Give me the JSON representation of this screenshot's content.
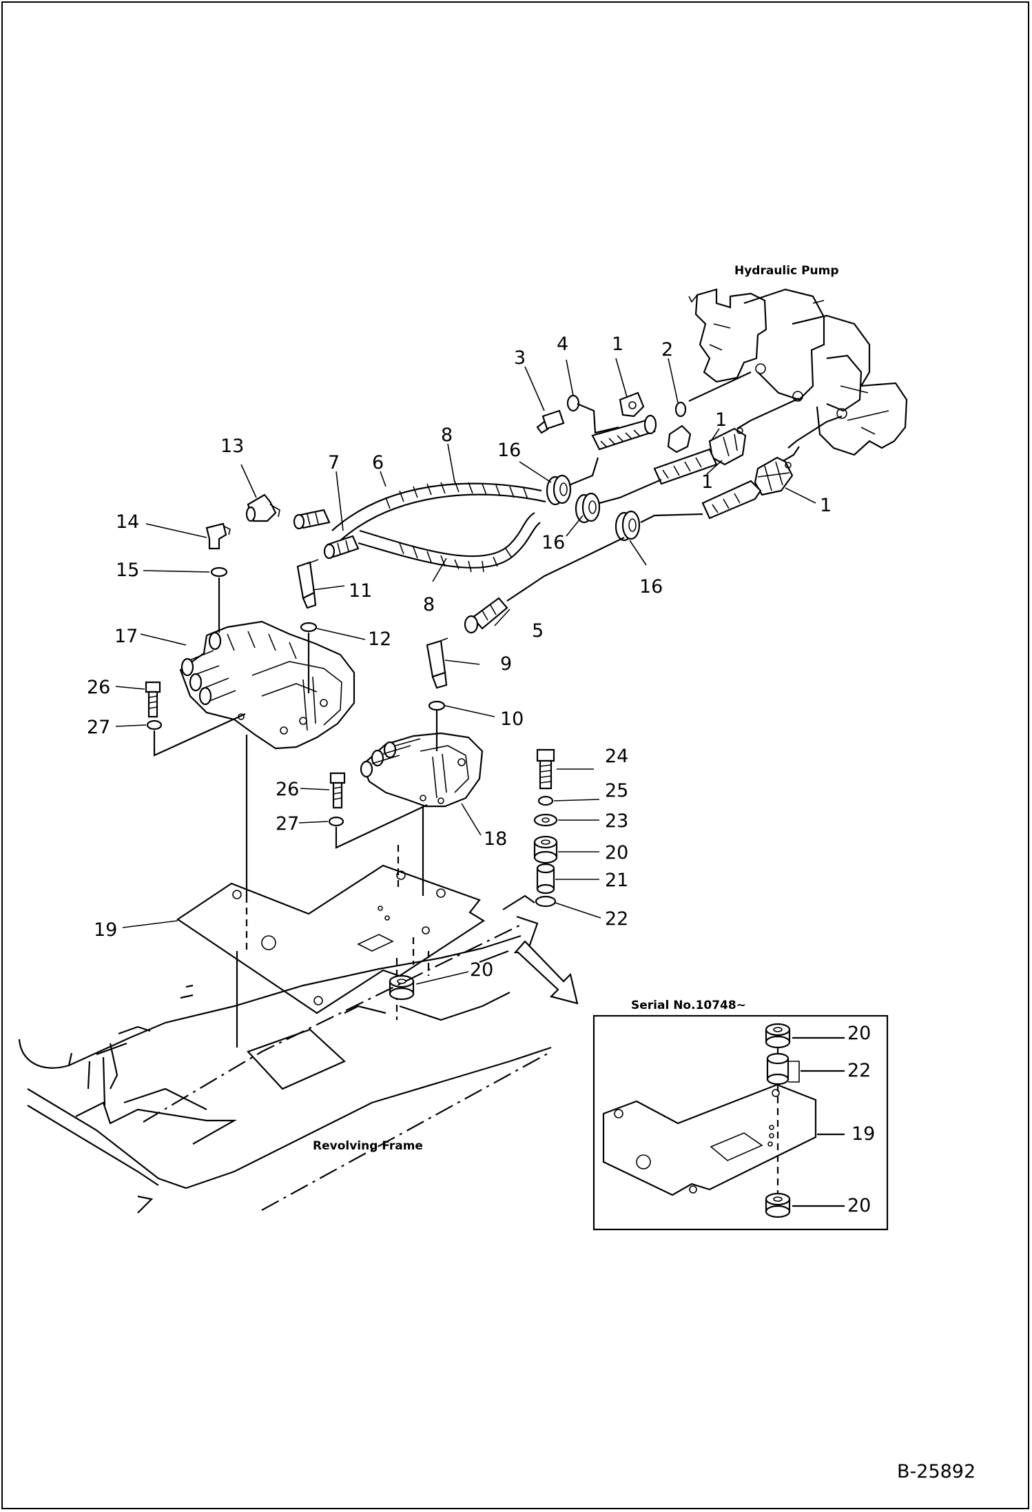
{
  "captions": {
    "hydraulic_pump": "Hydraulic Pump",
    "revolving_frame": "Revolving Frame",
    "serial": "Serial No.10748~"
  },
  "doc_number": "B-25892",
  "callouts": [
    {
      "id": "c1a",
      "text": "1"
    },
    {
      "id": "c1b",
      "text": "1"
    },
    {
      "id": "c1c",
      "text": "1"
    },
    {
      "id": "c1d",
      "text": "1"
    },
    {
      "id": "c2",
      "text": "2"
    },
    {
      "id": "c3",
      "text": "3"
    },
    {
      "id": "c4",
      "text": "4"
    },
    {
      "id": "c5",
      "text": "5"
    },
    {
      "id": "c6",
      "text": "6"
    },
    {
      "id": "c7",
      "text": "7"
    },
    {
      "id": "c8a",
      "text": "8"
    },
    {
      "id": "c8b",
      "text": "8"
    },
    {
      "id": "c9",
      "text": "9"
    },
    {
      "id": "c10",
      "text": "10"
    },
    {
      "id": "c11",
      "text": "11"
    },
    {
      "id": "c12",
      "text": "12"
    },
    {
      "id": "c13",
      "text": "13"
    },
    {
      "id": "c14",
      "text": "14"
    },
    {
      "id": "c15",
      "text": "15"
    },
    {
      "id": "c16a",
      "text": "16"
    },
    {
      "id": "c16b",
      "text": "16"
    },
    {
      "id": "c16c",
      "text": "16"
    },
    {
      "id": "c17",
      "text": "17"
    },
    {
      "id": "c18",
      "text": "18"
    },
    {
      "id": "c19a",
      "text": "19"
    },
    {
      "id": "c19b",
      "text": "19"
    },
    {
      "id": "c20a",
      "text": "20"
    },
    {
      "id": "c20b",
      "text": "20"
    },
    {
      "id": "c20c",
      "text": "20"
    },
    {
      "id": "c20d",
      "text": "20"
    },
    {
      "id": "c21",
      "text": "21"
    },
    {
      "id": "c22a",
      "text": "22"
    },
    {
      "id": "c22b",
      "text": "22"
    },
    {
      "id": "c23",
      "text": "23"
    },
    {
      "id": "c24",
      "text": "24"
    },
    {
      "id": "c25",
      "text": "25"
    },
    {
      "id": "c26a",
      "text": "26"
    },
    {
      "id": "c26b",
      "text": "26"
    },
    {
      "id": "c27a",
      "text": "27"
    },
    {
      "id": "c27b",
      "text": "27"
    }
  ]
}
